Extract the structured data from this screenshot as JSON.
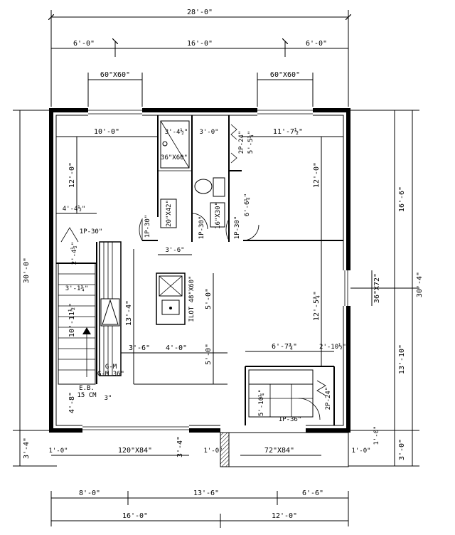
{
  "dimensions": {
    "overall_width": "28'-0\"",
    "top_left": "6'-0\"",
    "top_mid": "16'-0\"",
    "top_right": "6'-0\"",
    "left_height": "30'-0\"",
    "right_upper": "16'-6\"",
    "right_total": "30'-4\"",
    "right_lower": "13'-10\"",
    "left_bottom": "3'-4\"",
    "right_bottom_a": "1'-0\"",
    "right_bottom_b": "3'-0\"",
    "bot_left_offset": "1'-0\"",
    "bot_mid_offset": "3'-4\"",
    "bot_porch_offset": "1'-0\"",
    "bot_right_offset": "1'-0\"",
    "bottom_a": "8'-0\"",
    "bottom_b": "13'-6\"",
    "bottom_c": "6'-6\"",
    "bottom_total_left": "16'-0\"",
    "bottom_total_right": "12'-0\""
  },
  "windows": {
    "top_left": "60\"X60\"",
    "top_right": "60\"X60\"",
    "right_side": "36\"X72\"",
    "bottom_slider": "120\"X84\"",
    "porch_door": "72\"X84\""
  },
  "interior": {
    "room_w_left": "10'-0\"",
    "bath_w": "3'-4½\"",
    "closet_w": "3'-0\"",
    "room_w_right": "11'-7½\"",
    "room_h_left": "12'-0\"",
    "room_h_right": "12'-0\"",
    "shower": "36\"X60\"",
    "vanity": "20\"X42\"",
    "linen": "16\"X30\"",
    "closet_door": "2P-24\"",
    "closet_depth": "5'-5¾\"",
    "closet_h": "6'-6¼\"",
    "door_left": "1P-30\"",
    "door_bath": "1P-30\"",
    "door_right": "1P-30\"",
    "door_stair": "1P-30\"",
    "hall_w": "3'-6\"",
    "stair_off": "4'-4½\"",
    "stair_a": "2'-4½\"",
    "stair_b": "3'-1¾\"",
    "stair_h": "10'-11½\"",
    "kitchen_h": "13'-4\"",
    "island": "ILOT 48\"X60\"",
    "island_gap_v": "5'-0\"",
    "island_gap_v2": "5'-0\"",
    "aisle_left": "3'-6\"",
    "aisle_mid": "4'-0\"",
    "range": "G-M 36\"",
    "eb": "E.B.",
    "eb2": "15 CM",
    "three": "3\"",
    "left_lower": "4'-8\"",
    "right_mid": "12'-5¾\"",
    "closet2_w": "6'-7¾\"",
    "closet2_off": "2'-10½\"",
    "closet2_h": "5'-10¼\"",
    "closet2_door": "2P-24\"",
    "entry_door": "1P-36\""
  }
}
